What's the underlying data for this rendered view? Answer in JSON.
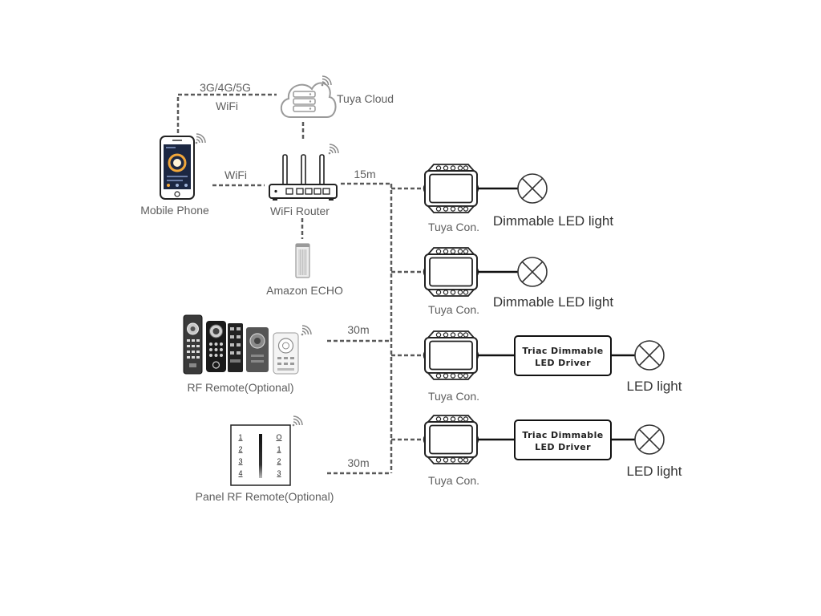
{
  "cloud": {
    "label": "Tuya Cloud"
  },
  "cloud_link": {
    "network_label": "3G/4G/5G",
    "wifi_label": "WiFi"
  },
  "phone": {
    "label": "Mobile Phone"
  },
  "phone_link": {
    "label": "WiFi"
  },
  "router": {
    "label": "WiFi Router"
  },
  "router_link": {
    "distance": "15m"
  },
  "echo": {
    "label": "Amazon ECHO"
  },
  "rf_remote": {
    "label": "RF Remote(Optional)",
    "distance": "30m"
  },
  "panel_remote": {
    "label": "Panel RF Remote(Optional)",
    "distance": "30m",
    "keys_left": [
      "1",
      "2",
      "3",
      "4"
    ],
    "keys_right": [
      "O",
      "1",
      "2",
      "3"
    ]
  },
  "branches": [
    {
      "controller_label": "Tuya Con.",
      "light_label": "Dimmable LED light"
    },
    {
      "controller_label": "Tuya Con.",
      "light_label": "Dimmable LED light"
    },
    {
      "controller_label": "Tuya Con.",
      "driver_label": [
        "Triac Dimmable",
        "LED Driver"
      ],
      "light_label": "LED light"
    },
    {
      "controller_label": "Tuya Con.",
      "driver_label": [
        "Triac Dimmable",
        "LED Driver"
      ],
      "light_label": "LED light"
    }
  ]
}
